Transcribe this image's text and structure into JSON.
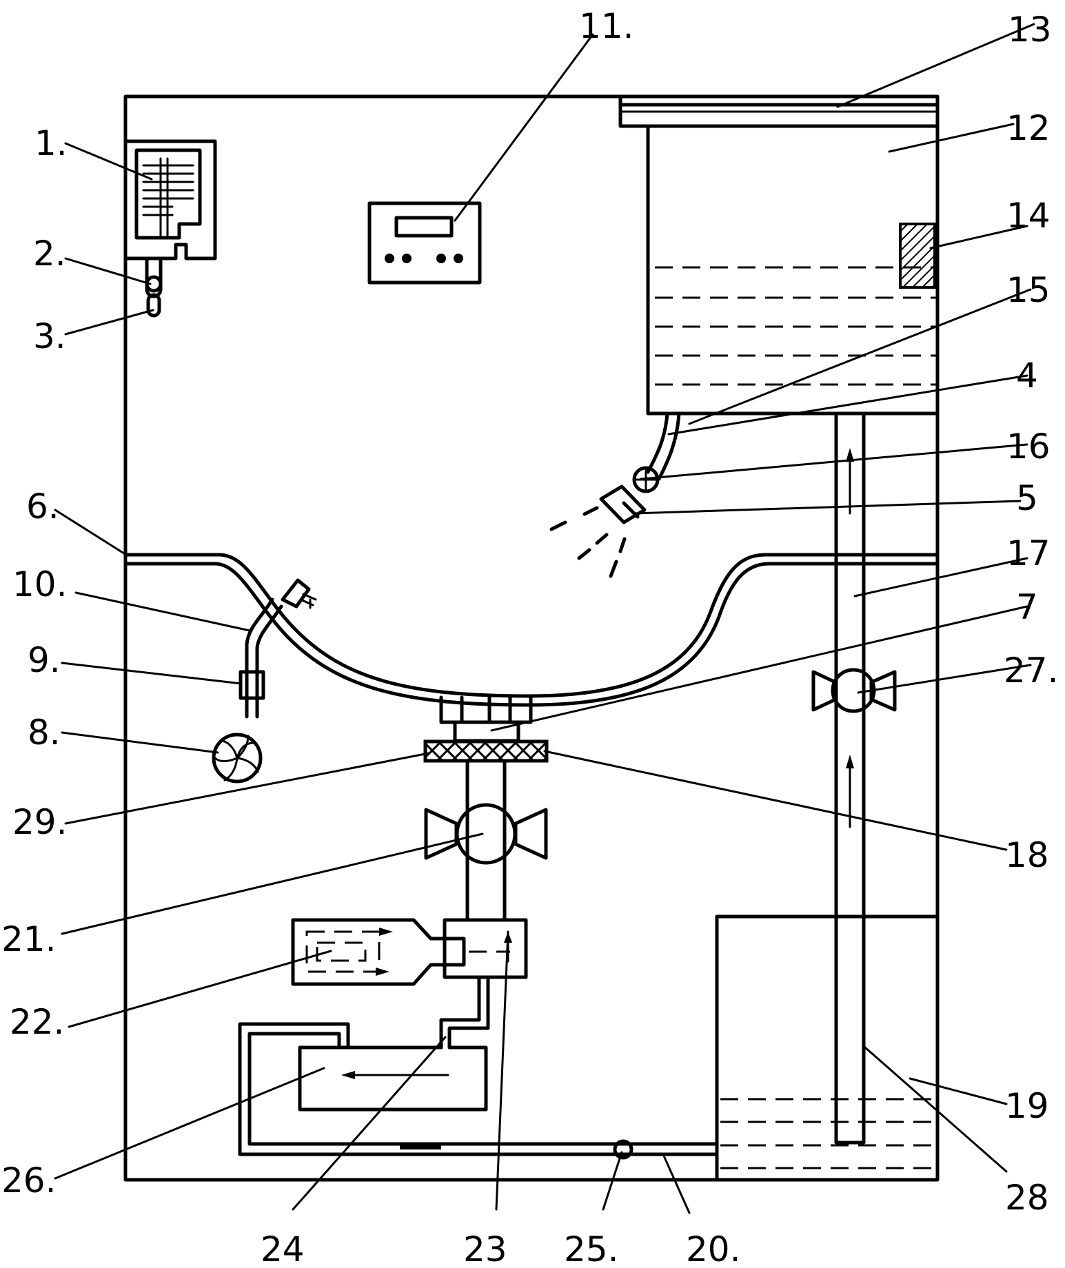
{
  "labels": {
    "l1": "1.",
    "l2": "2.",
    "l3": "3.",
    "l4": "4",
    "l5": "5",
    "l6": "6.",
    "l7": "7",
    "l8": "8.",
    "l9": "9.",
    "l10": "10.",
    "l11": "11.",
    "l12": "12",
    "l13": "13",
    "l14": "14",
    "l15": "15",
    "l16": "16",
    "l17": "17",
    "l18": "18",
    "l19": "19",
    "l20": "20.",
    "l21": "21.",
    "l22": "22.",
    "l23": "23",
    "l24": "24",
    "l25": "25.",
    "l26": "26.",
    "l27": "27.",
    "l28": "28",
    "l29": "29."
  }
}
